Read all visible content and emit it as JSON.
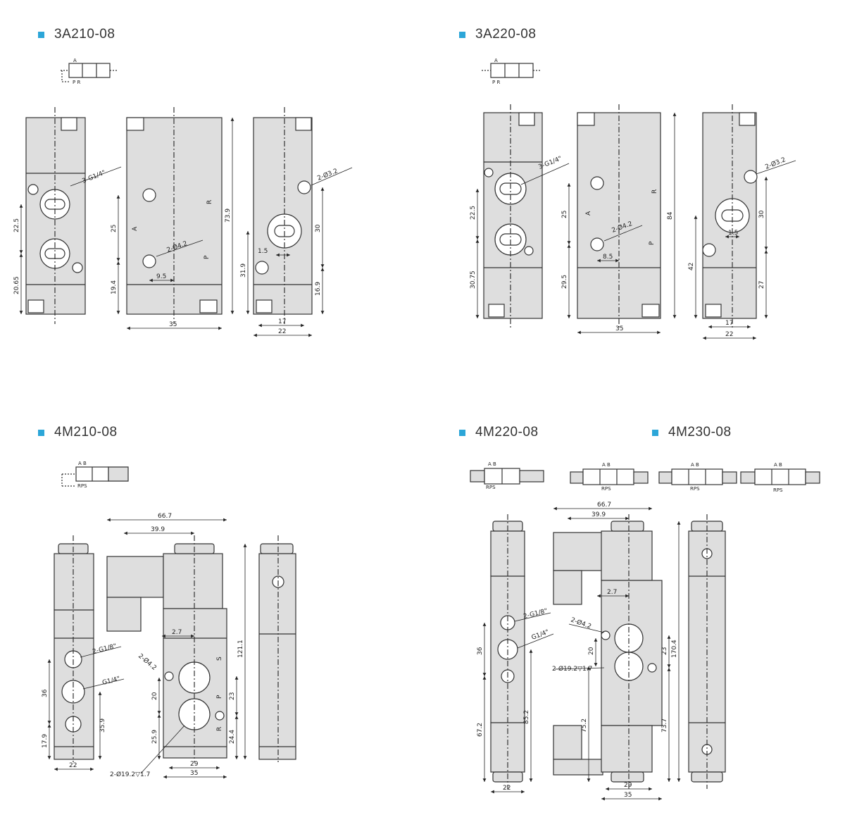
{
  "models": [
    "3A210-08",
    "3A220-08",
    "4M210-08",
    "4M220-08",
    "4M230-08"
  ],
  "symbol_labels": {
    "three_port": {
      "a": "A",
      "pr": "P R"
    },
    "five_port": {
      "ab": "A B",
      "rps": "RPS"
    }
  },
  "ports": {
    "a": "A",
    "b": "B",
    "p": "P",
    "r": "R",
    "s": "S"
  },
  "callouts": {
    "g14_3": "3-G1/4\"",
    "phi42": "2-Ø4.2",
    "phi32": "2-Ø3.2",
    "g18": "2-G1/8\"",
    "g14": "G1/4\"",
    "phi19": "2-Ø19.2▽1.7"
  },
  "dims": {
    "d22_5": "22.5",
    "d20_65": "20.65",
    "d25": "25",
    "d19_4": "19.4",
    "d73_9": "73.9",
    "d9_5": "9.5",
    "d35": "35",
    "d30": "30",
    "d1_5": "1.5",
    "d31_9": "31.9",
    "d16_9": "16.9",
    "d17": "17",
    "d22": "22",
    "d30_75": "30.75",
    "d29_5": "29.5",
    "d84": "84",
    "d8_5": "8.5",
    "d42": "42",
    "d27": "27",
    "d66_7": "66.7",
    "d39_9": "39.9",
    "d2_7": "2.7",
    "d121_1": "121.1",
    "d36": "36",
    "d17_9": "17.9",
    "d35_9": "35.9",
    "d20": "20",
    "d25_9": "25.9",
    "d23": "23",
    "d24_4": "24.4",
    "d29": "29",
    "d170_4": "170.4",
    "d67_2": "67.2",
    "d85_2": "85.2",
    "d75_2": "75.2",
    "d73_7": "73.7"
  },
  "colors": {
    "accent": "#2ca6d8",
    "body_fill": "#dddddd",
    "stroke": "#333333"
  }
}
